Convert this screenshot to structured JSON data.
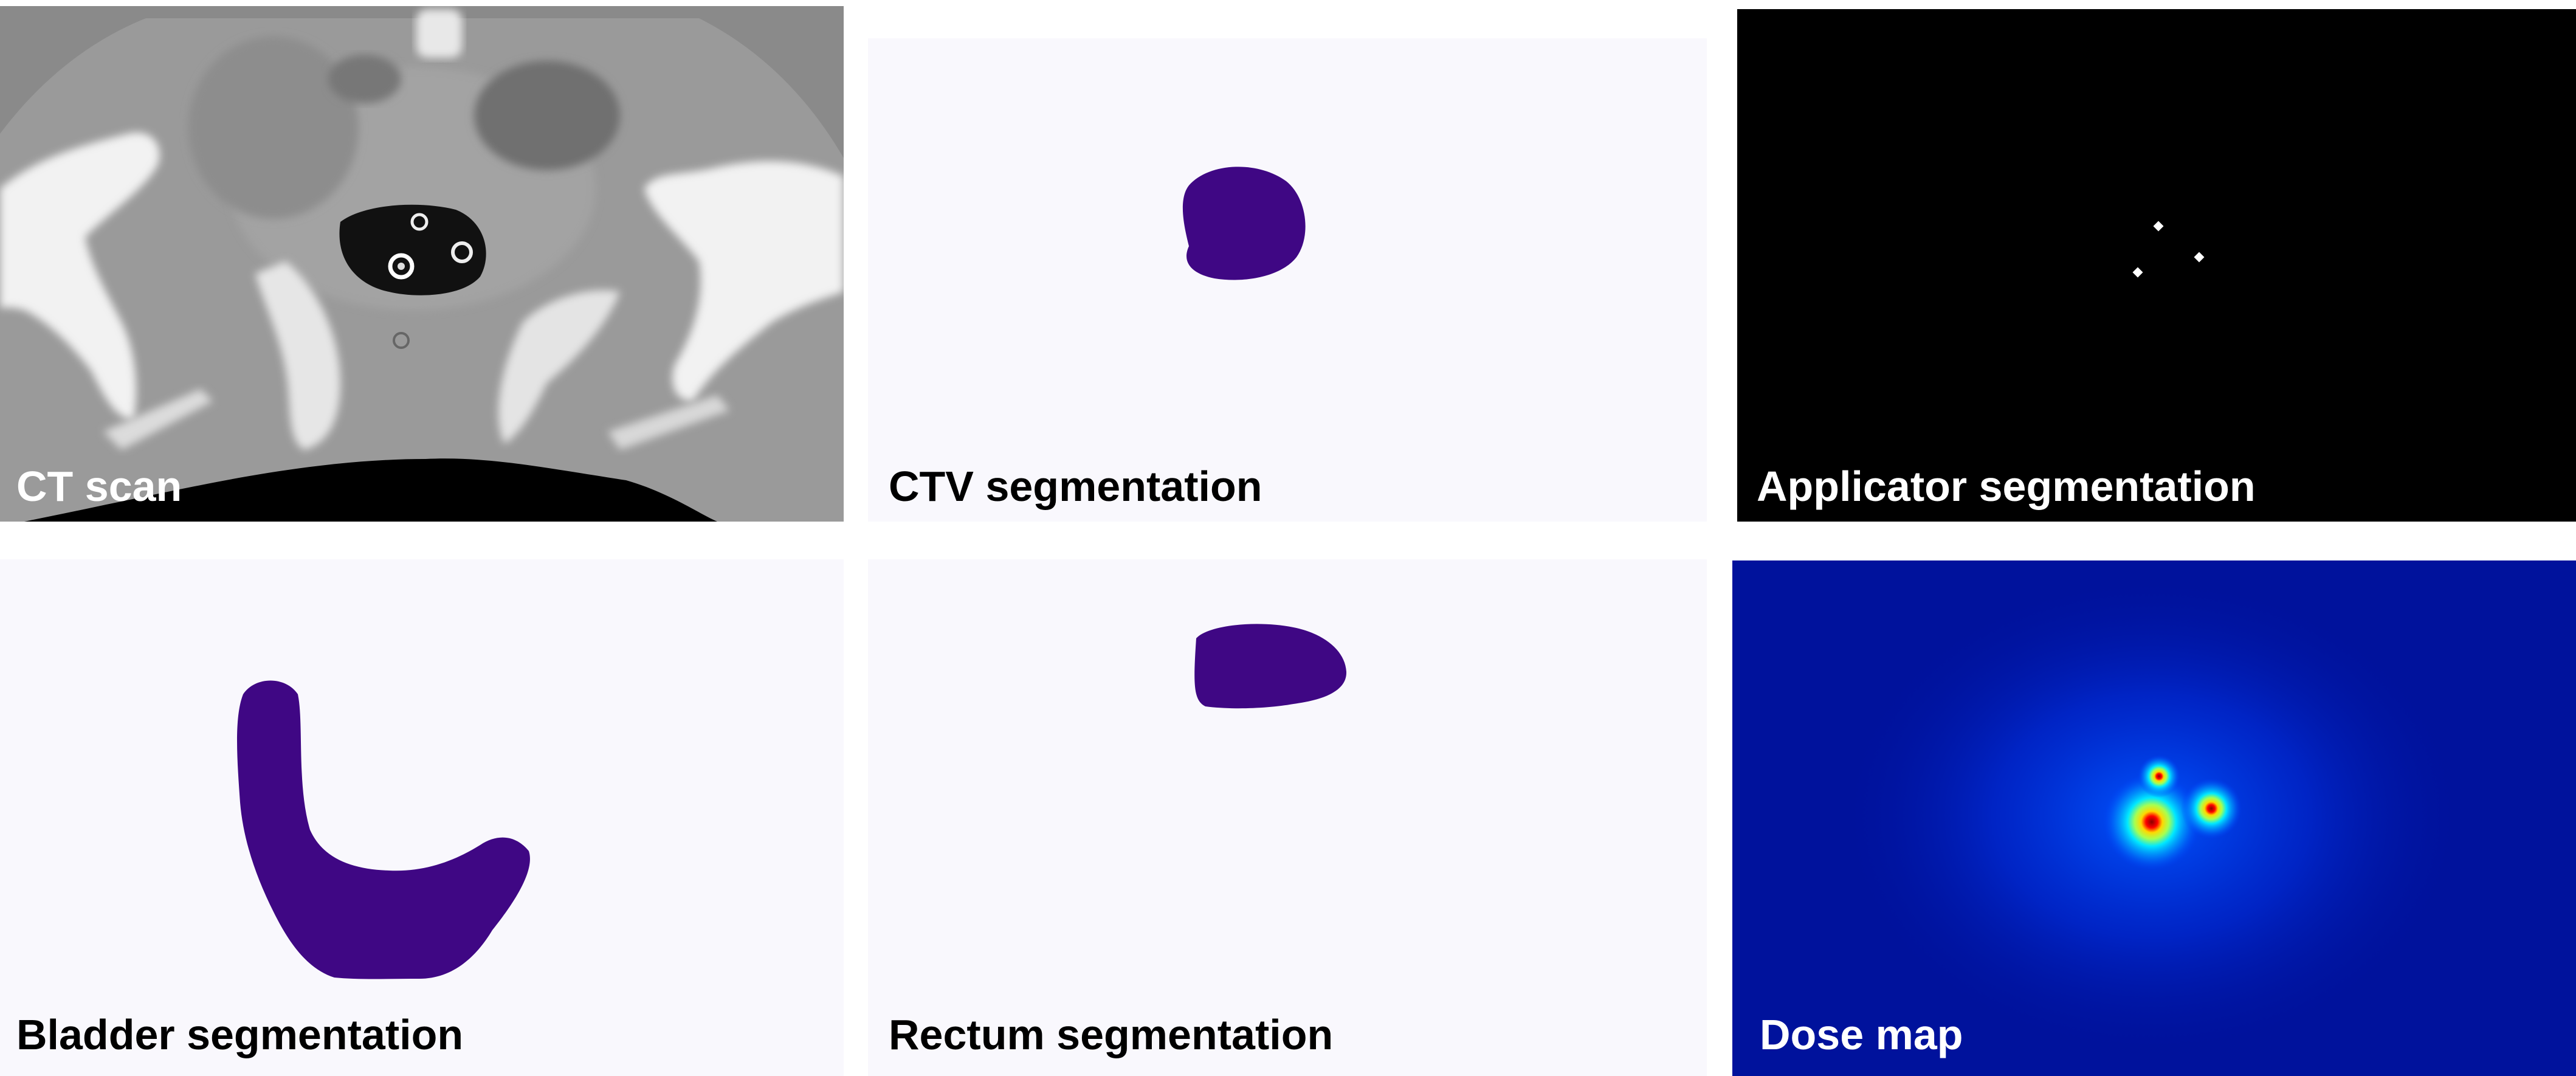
{
  "panels": {
    "ct": {
      "label": "CT scan"
    },
    "ctv": {
      "label": "CTV segmentation"
    },
    "applicator": {
      "label": "Applicator segmentation"
    },
    "bladder": {
      "label": "Bladder segmentation"
    },
    "rectum": {
      "label": "Rectum segmentation"
    },
    "dose": {
      "label": "Dose map"
    }
  },
  "colors": {
    "segmentation_fill": "#3f0784",
    "segmentation_background": "#f9f8fd",
    "ct_background": "#000000",
    "ct_body": "#9a9a9a",
    "bone": "#f2f2f2",
    "applicator_background": "#000000",
    "applicator_marker": "#ffffff",
    "dose_low": "#00129c",
    "dose_mid": "#00d8ff",
    "dose_high": "#ff0000"
  }
}
